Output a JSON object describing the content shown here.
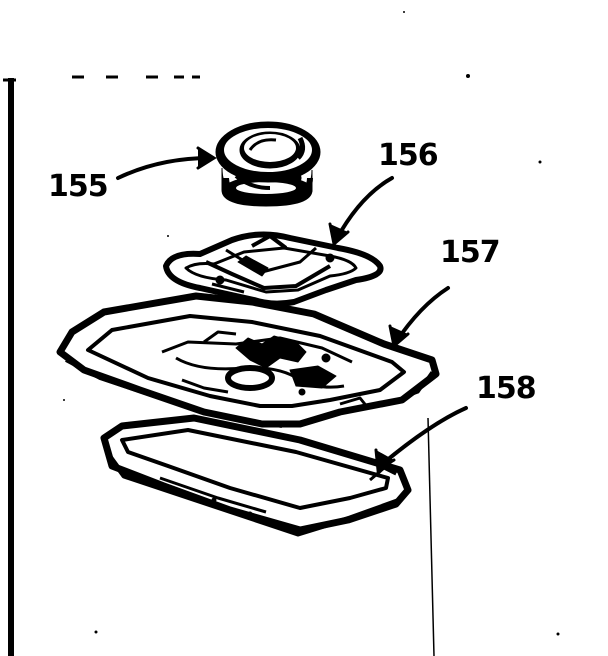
{
  "callouts": {
    "knob": "155",
    "bracket": "156",
    "gasket": "157",
    "pan": "158"
  },
  "colors": {
    "ink": "#000000",
    "paper": "#ffffff"
  }
}
